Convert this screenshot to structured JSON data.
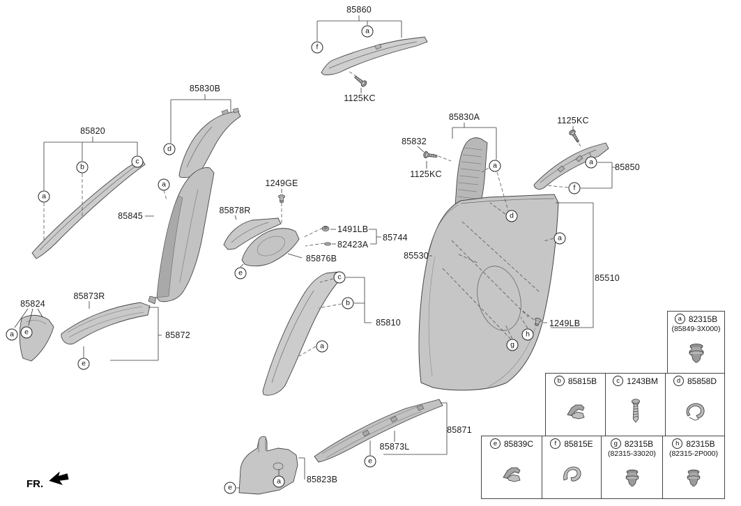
{
  "colors": {
    "line": "#333333",
    "part_fill": "#c9c9c9",
    "background": "#ffffff"
  },
  "fr_label": "FR.",
  "callout_letters": {
    "a": "a",
    "b": "b",
    "c": "c",
    "d": "d",
    "e": "e",
    "f": "f",
    "g": "g",
    "h": "h"
  },
  "parts": {
    "p85860": "85860",
    "p1125KC": "1125KC",
    "p85830B": "85830B",
    "p85820": "85820",
    "p85845": "85845",
    "p1249GE": "1249GE",
    "p85878R": "85878R",
    "p1491LB": "1491LB",
    "p82423A": "82423A",
    "p85744": "85744",
    "p85876B": "85876B",
    "p85824": "85824",
    "p85873R": "85873R",
    "p85872": "85872",
    "p85810": "85810",
    "p85830A": "85830A",
    "p85832": "85832",
    "p85850": "85850",
    "p85530": "85530",
    "p85510": "85510",
    "p1249LB": "1249LB",
    "p85871": "85871",
    "p85873L": "85873L",
    "p85823B": "85823B"
  },
  "legend": {
    "a": {
      "letter": "a",
      "part": "82315B",
      "sub": "(85849-3X000)",
      "icon": "grommet-icon"
    },
    "b": {
      "letter": "b",
      "part": "85815B",
      "icon": "trim-clip-icon"
    },
    "c": {
      "letter": "c",
      "part": "1243BM",
      "icon": "screw-icon"
    },
    "d": {
      "letter": "d",
      "part": "85858D",
      "icon": "spring-clip-icon"
    },
    "e": {
      "letter": "e",
      "part": "85839C",
      "icon": "trim-clip-icon"
    },
    "f": {
      "letter": "f",
      "part": "85815E",
      "icon": "metal-clip-icon"
    },
    "g": {
      "letter": "g",
      "part": "82315B",
      "sub": "(82315-33020)",
      "icon": "grommet-icon"
    },
    "h": {
      "letter": "h",
      "part": "82315B",
      "sub": "(82315-2P000)",
      "icon": "grommet-icon"
    }
  }
}
